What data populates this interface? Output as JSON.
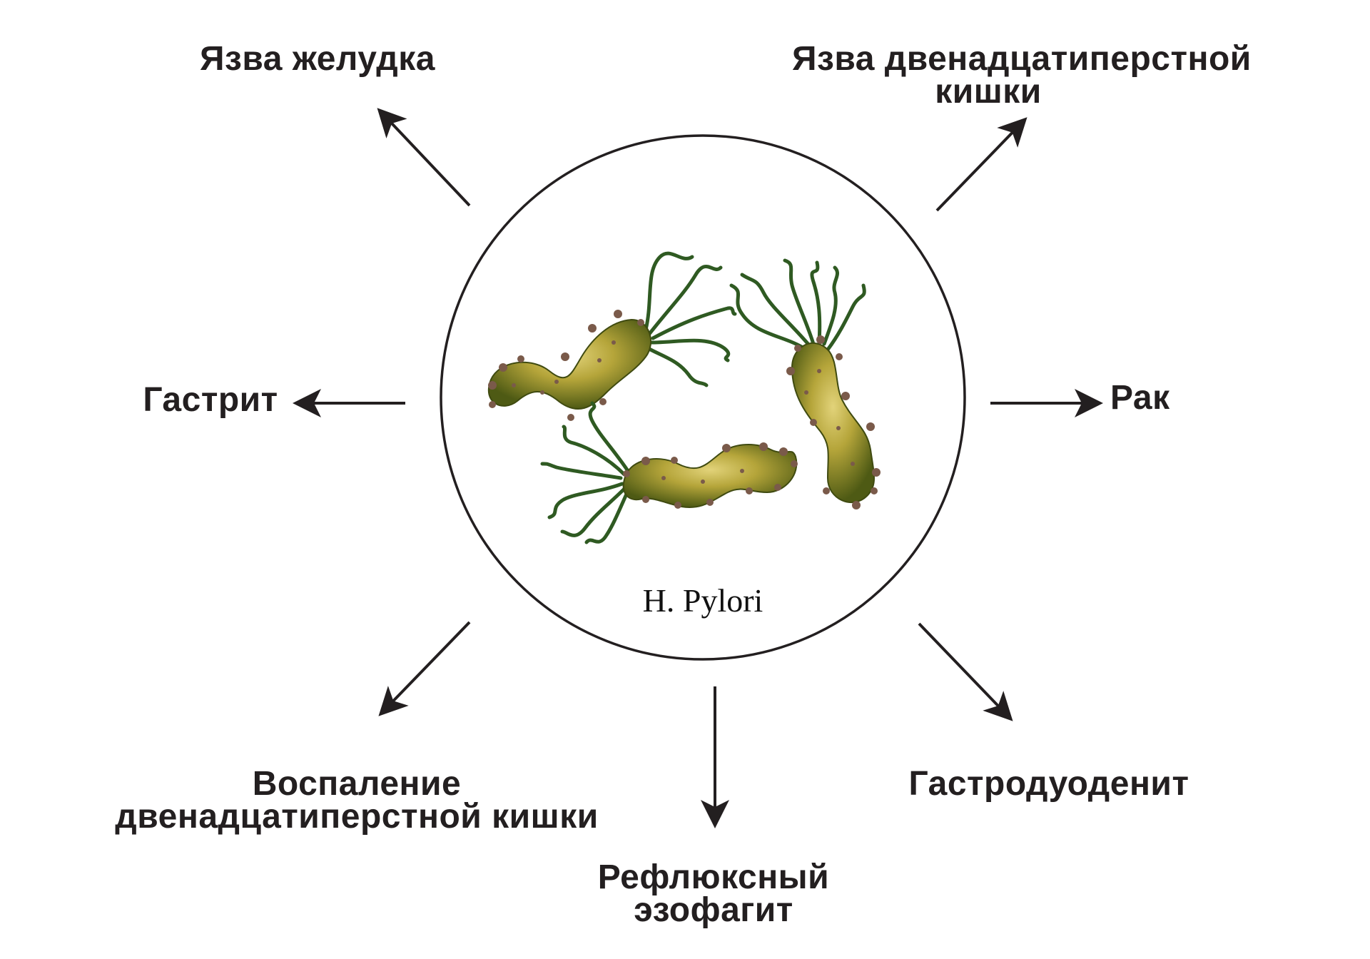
{
  "center": {
    "caption": "H. Pylori"
  },
  "outcomes": {
    "stomach_ulcer": "Язва желудка",
    "duodenal_ulcer": [
      "Язва двенадцатиперстной",
      "кишки"
    ],
    "gastritis": "Гастрит",
    "cancer": "Рак",
    "duodenitis": [
      "Воспаление",
      "двенадцатиперстной кишки"
    ],
    "reflux": [
      "Рефлюксный",
      "эзофагит"
    ],
    "gastroduodenitis": "Гастродуоденит"
  },
  "colors": {
    "line": "#231f20",
    "bacterium_body": "#8a8a1e",
    "bacterium_highlight": "#d9c96a",
    "flagella": "#2f5a22",
    "spot": "#7a5a4a"
  }
}
